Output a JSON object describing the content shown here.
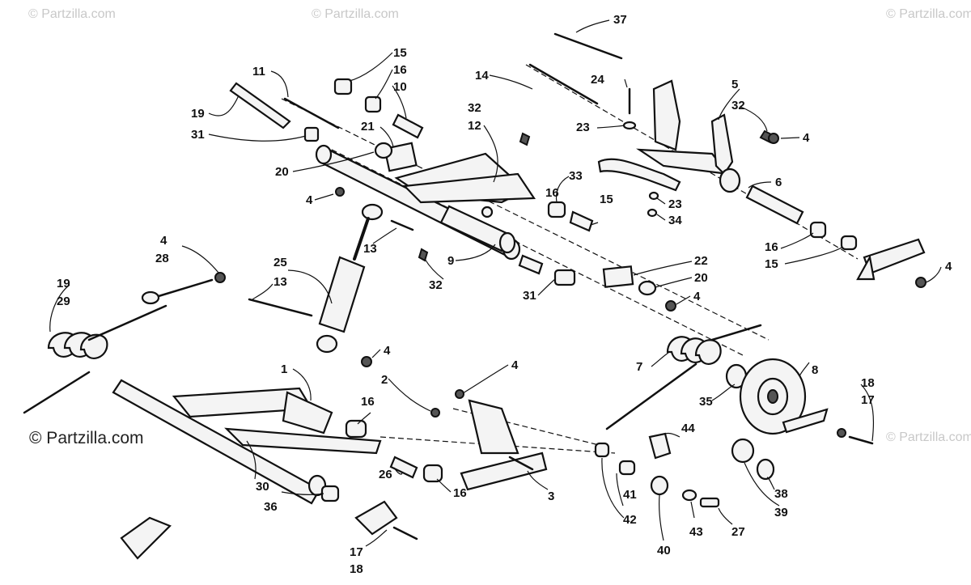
{
  "diagram": {
    "watermarks": [
      "© Partzilla.com",
      "© Partzilla.com",
      "© Partzilla.com",
      "© Partzilla.com"
    ],
    "watermark_main": "© Partzilla.com",
    "callouts": [
      "1",
      "2",
      "3",
      "4",
      "5",
      "6",
      "7",
      "8",
      "9",
      "10",
      "11",
      "12",
      "13",
      "14",
      "15",
      "16",
      "17",
      "18",
      "19",
      "20",
      "21",
      "22",
      "23",
      "24",
      "25",
      "26",
      "27",
      "28",
      "29",
      "30",
      "31",
      "32",
      "33",
      "34",
      "35",
      "36",
      "37",
      "38",
      "39",
      "40",
      "41",
      "42",
      "43",
      "44"
    ]
  }
}
